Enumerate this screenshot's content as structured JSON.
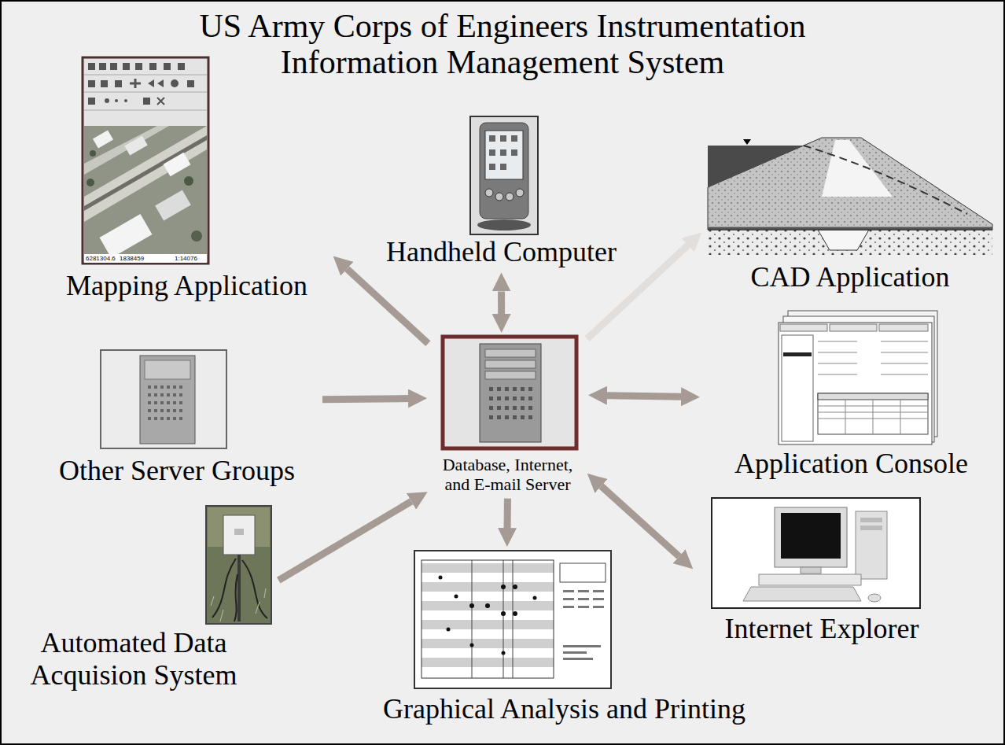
{
  "diagram": {
    "title": "US Army Corps of Engineers Instrumentation Information Management System",
    "nodes": [
      {
        "text": [
          "Mapping Application"
        ]
      },
      {
        "text": [
          "Handheld Computer"
        ]
      },
      {
        "text": [
          "CAD Application"
        ]
      },
      {
        "text": [
          "Other Server Groups"
        ]
      },
      {
        "text": [
          "Database, Internet, and E-mail Server"
        ]
      },
      {
        "text": [
          "Application Console"
        ]
      },
      {
        "text": [
          "Automated Data Acquision System"
        ]
      },
      {
        "text": [
          "Graphical Analysis and Printing"
        ]
      },
      {
        "text": [
          "Internet Explorer"
        ]
      }
    ],
    "edges": [
      {
        "from": 4,
        "to": 0,
        "arrow": "to"
      },
      {
        "from": 1,
        "to": 4,
        "arrow": "both"
      },
      {
        "from": 4,
        "to": 2,
        "arrow": "to"
      },
      {
        "from": 3,
        "to": 4,
        "arrow": "to"
      },
      {
        "from": 4,
        "to": 5,
        "arrow": "both"
      },
      {
        "from": 6,
        "to": 4,
        "arrow": "to"
      },
      {
        "from": 4,
        "to": 7,
        "arrow": "to"
      },
      {
        "from": 4,
        "to": 8,
        "arrow": "both"
      }
    ],
    "labels": [
      "6281304.6",
      "1838459",
      "1:14076"
    ]
  }
}
